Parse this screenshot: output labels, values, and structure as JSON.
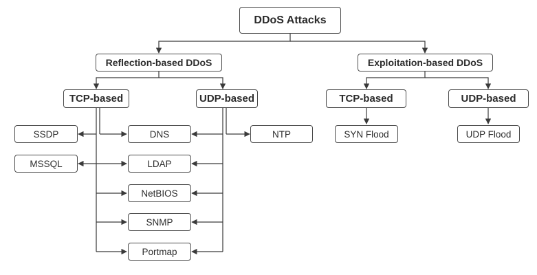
{
  "diagram": {
    "root": "DDoS Attacks",
    "reflection": {
      "title": "Reflection-based DDoS",
      "tcp": "TCP-based",
      "udp": "UDP-based",
      "items": {
        "ssdp": "SSDP",
        "mssql": "MSSQL",
        "dns": "DNS",
        "ldap": "LDAP",
        "netbios": "NetBIOS",
        "snmp": "SNMP",
        "portmap": "Portmap",
        "ntp": "NTP"
      }
    },
    "exploitation": {
      "title": "Exploitation-based DDoS",
      "tcp": "TCP-based",
      "udp": "UDP-based",
      "syn_flood": "SYN Flood",
      "udp_flood": "UDP Flood"
    }
  },
  "colors": {
    "border": "#4a4a4a",
    "line": "#3a3a3a",
    "text": "#2b2b2b",
    "background": "#ffffff"
  }
}
